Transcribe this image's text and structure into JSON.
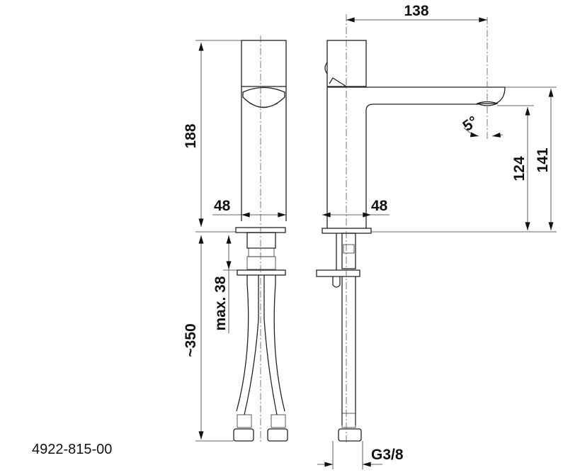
{
  "part_number": "4922-815-00",
  "dimensions": {
    "height_total": "188",
    "width_front": "48",
    "width_side": "48",
    "spout_reach": "138",
    "spout_angle": "5°",
    "outlet_height": "124",
    "spout_top_height": "141",
    "hose_length": "~350",
    "max_counter_thickness": "max. 38",
    "connection_thread": "G3/8"
  }
}
